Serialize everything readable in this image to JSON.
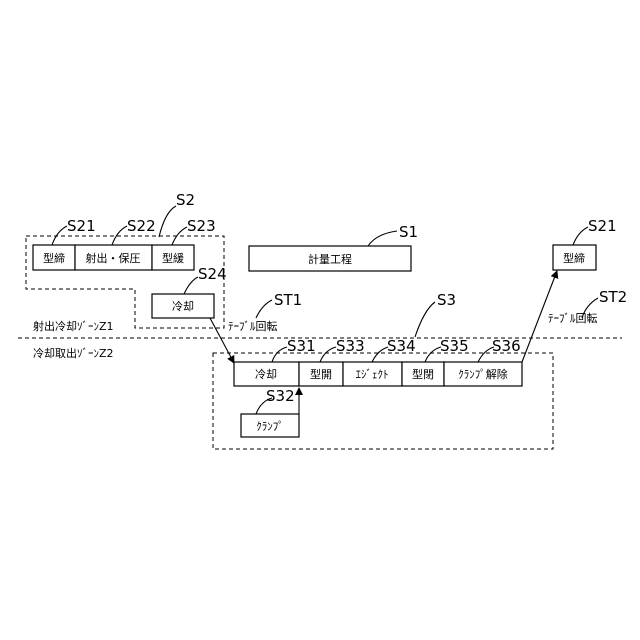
{
  "labels": {
    "s2": "S2",
    "s21": "S21",
    "s22": "S22",
    "s23": "S23",
    "s24": "S24",
    "s1": "S1",
    "s21b": "S21",
    "st1": "ST1",
    "s3": "S3",
    "st2": "ST2",
    "s31": "S31",
    "s33": "S33",
    "s34": "S34",
    "s35": "S35",
    "s36": "S36",
    "s32": "S32"
  },
  "boxes": {
    "katajime": "型締",
    "shashutsu_hoatsu": "射出・保圧",
    "kataburi": "型緩",
    "reikyaku": "冷却",
    "keiryo": "計量工程",
    "katajime_b": "型締",
    "reikyaku_b": "冷却",
    "katahiraki": "型開",
    "eject": "ｴｼﾞｪｸﾄ",
    "katatoji": "型閉",
    "clamp_release": "ｸﾗﾝﾌﾟ解除",
    "clamp": "ｸﾗﾝﾌﾟ"
  },
  "zones": {
    "z1": "射出冷却ｿﾞｰﾝZ1",
    "z2": "冷却取出ｿﾞｰﾝZ2"
  },
  "table_rotation": {
    "first": "ﾃｰﾌﾞﾙ回転",
    "second": "ﾃｰﾌﾞﾙ回転"
  }
}
